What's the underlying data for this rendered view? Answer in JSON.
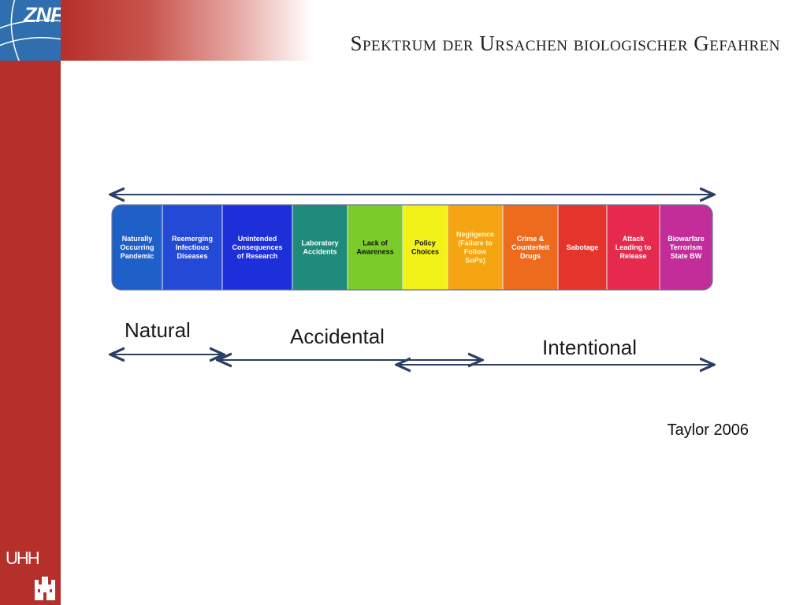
{
  "slide": {
    "title": "Spektrum der Ursachen biologischer Gefahren",
    "source": "Taylor 2006"
  },
  "branding": {
    "znf_logo_text": "ZNF",
    "uhh_logo_text": "UHH",
    "accent_red": "#b5302a",
    "logo_blue": "#2f6fb0"
  },
  "spectrum": {
    "cells": [
      {
        "lines": [
          "Naturally",
          "Occurring",
          "Pandemic"
        ],
        "color": "#1f5fc8",
        "text_color": "#ffffff"
      },
      {
        "lines": [
          "Reemerging",
          "Infectious",
          "Diseases"
        ],
        "color": "#2349d6",
        "text_color": "#ffffff"
      },
      {
        "lines": [
          "Unintended",
          "Consequences",
          "of Research"
        ],
        "color": "#1c2fd9",
        "text_color": "#ffffff"
      },
      {
        "lines": [
          "Laboratory",
          "Accidents"
        ],
        "color": "#1d8a7a",
        "text_color": "#ffffff"
      },
      {
        "lines": [
          "Lack of",
          "Awareness"
        ],
        "color": "#7bcc2a",
        "text_color": "#111111"
      },
      {
        "lines": [
          "Policy",
          "Choices"
        ],
        "color": "#f2f219",
        "text_color": "#111111"
      },
      {
        "lines": [
          "Negligence",
          "(Failure to",
          "Follow",
          "SoPs)"
        ],
        "color": "#f6a512",
        "text_color": "#fff3c0"
      },
      {
        "lines": [
          "Crime &",
          "Counterfeit",
          "Drugs"
        ],
        "color": "#ee6a1c",
        "text_color": "#ffffff"
      },
      {
        "lines": [
          "Sabotage"
        ],
        "color": "#e4342c",
        "text_color": "#ffffff"
      },
      {
        "lines": [
          "Attack",
          "Leading to",
          "Release"
        ],
        "color": "#e52a4e",
        "text_color": "#ffffff"
      },
      {
        "lines": [
          "Biowarfare",
          "Terrorism",
          "State BW"
        ],
        "color": "#c22d9a",
        "text_color": "#ffffff"
      }
    ],
    "ranges": [
      {
        "label": "Natural",
        "from_cell": 0,
        "to_cell": 1
      },
      {
        "label": "Accidental",
        "from_cell": 2,
        "to_cell": 6
      },
      {
        "label": "Intentional",
        "from_cell": 5,
        "to_cell": 10
      }
    ]
  }
}
